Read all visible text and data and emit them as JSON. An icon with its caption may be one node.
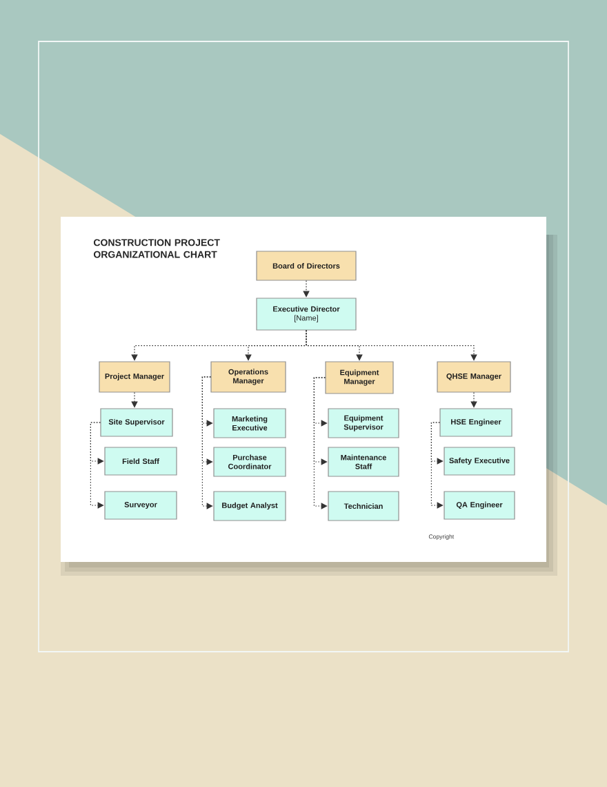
{
  "diagram": {
    "title": "CONSTRUCTION PROJECT ORGANIZATIONAL CHART",
    "nodes": [
      {
        "text": [
          "Board of Directors"
        ]
      },
      {
        "text": [
          "Executive Director",
          "[Name]"
        ]
      },
      {
        "text": [
          "Project Manager"
        ]
      },
      {
        "text": [
          "Operations Manager"
        ]
      },
      {
        "text": [
          "Equipment Manager"
        ]
      },
      {
        "text": [
          "QHSE Manager"
        ]
      },
      {
        "text": [
          "Site Supervisor"
        ]
      },
      {
        "text": [
          "Marketing Executive"
        ]
      },
      {
        "text": [
          "Equipment Supervisor"
        ]
      },
      {
        "text": [
          "HSE Engineer"
        ]
      },
      {
        "text": [
          "Field Staff"
        ]
      },
      {
        "text": [
          "Purchase Coordinator"
        ]
      },
      {
        "text": [
          "Maintenance Staff"
        ]
      },
      {
        "text": [
          "Safety Executive"
        ]
      },
      {
        "text": [
          "Surveyor"
        ]
      },
      {
        "text": [
          "Budget Analyst"
        ]
      },
      {
        "text": [
          "Technician"
        ]
      },
      {
        "text": [
          "QA Engineer"
        ]
      }
    ],
    "edges": [
      {
        "from": 0,
        "to": 1,
        "arrow": "to",
        "style": "dashed"
      },
      {
        "from": 1,
        "to": 2,
        "arrow": "to",
        "style": "dashed"
      },
      {
        "from": 1,
        "to": 3,
        "arrow": "to",
        "style": "dashed"
      },
      {
        "from": 1,
        "to": 4,
        "arrow": "to",
        "style": "dashed"
      },
      {
        "from": 1,
        "to": 5,
        "arrow": "to",
        "style": "dashed"
      },
      {
        "from": 2,
        "to": 6,
        "arrow": "to",
        "style": "dashed"
      },
      {
        "from": 6,
        "to": 10,
        "arrow": "to",
        "style": "dashed"
      },
      {
        "from": 6,
        "to": 14,
        "arrow": "to",
        "style": "dashed"
      },
      {
        "from": 3,
        "to": 7,
        "arrow": "to",
        "style": "dashed"
      },
      {
        "from": 3,
        "to": 11,
        "arrow": "to",
        "style": "dashed"
      },
      {
        "from": 3,
        "to": 15,
        "arrow": "to",
        "style": "dashed"
      },
      {
        "from": 4,
        "to": 8,
        "arrow": "to",
        "style": "dashed"
      },
      {
        "from": 4,
        "to": 12,
        "arrow": "to",
        "style": "dashed"
      },
      {
        "from": 4,
        "to": 16,
        "arrow": "to",
        "style": "dashed"
      },
      {
        "from": 5,
        "to": 9,
        "arrow": "to",
        "style": "dashed"
      },
      {
        "from": 9,
        "to": 13,
        "arrow": "to",
        "style": "dashed"
      },
      {
        "from": 9,
        "to": 17,
        "arrow": "to",
        "style": "dashed"
      }
    ],
    "labels": [
      "Copyright"
    ]
  }
}
